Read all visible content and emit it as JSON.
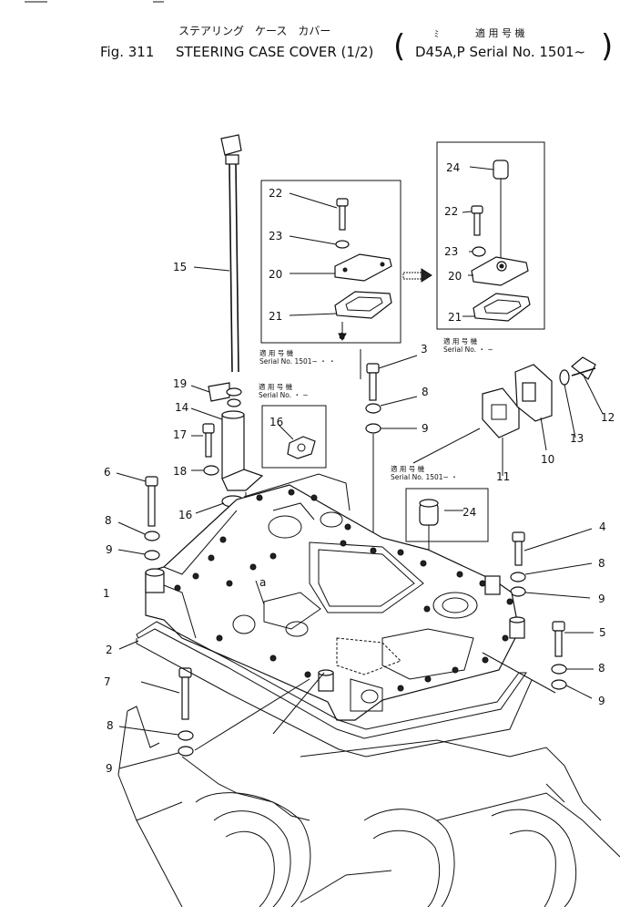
{
  "header": {
    "title_jp": "ステアリング　ケース　カバー",
    "fig_label": "Fig. 311",
    "title_en": "STEERING CASE COVER (1/2)",
    "applic_jp": "適 用 号 機",
    "model_serial": "D45A,P Serial No. 1501~",
    "bracket_left": "(",
    "bracket_right": ")",
    "bracket_mark": "ﾐ"
  },
  "callouts": [
    "1",
    "2",
    "3",
    "4",
    "5",
    "6",
    "7",
    "8",
    "9",
    "10",
    "11",
    "12",
    "13",
    "14",
    "15",
    "16",
    "17",
    "18",
    "19",
    "20",
    "21",
    "22",
    "23",
    "24"
  ],
  "serial_notes": {
    "jp_label": "適 用 号 機",
    "serial_1501": "Serial No. 1501~ ・ ・",
    "serial_blank": "Serial No. ・ ~",
    "serial_1501_short": "Serial No. 1501~ ・",
    "serial_blank_right": "Serial No. ・ ~"
  },
  "arrow_label": "a"
}
